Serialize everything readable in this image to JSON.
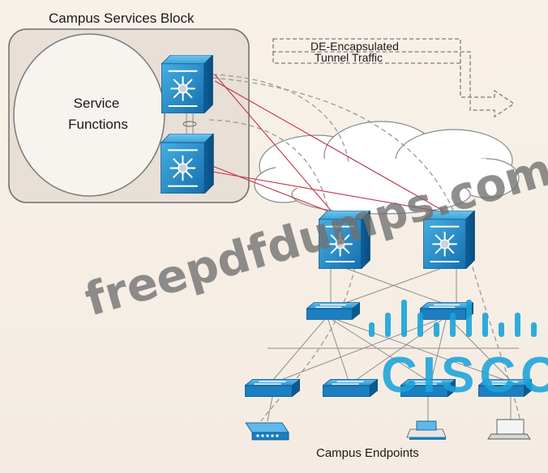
{
  "labels": {
    "block_title": "Campus Services Block",
    "service_line1": "Service",
    "service_line2": "Functions",
    "tunnel_line1": "DE-Encapsulated",
    "tunnel_line2": "Tunnel Traffic",
    "endpoints": "Campus Endpoints"
  },
  "watermark": {
    "text": "freepdfdumps.com",
    "logo_text": "CISCO"
  },
  "colors": {
    "switch_blue": "#1f86c9",
    "switch_light": "#4fb3e6",
    "red_link": "#c2334a",
    "gray_link": "#9a9a9a",
    "cisco_blue": "#1aa3d9"
  },
  "icons": [
    "multilayer-switch-icon",
    "access-switch-icon",
    "ip-phone-icon",
    "laptop-icon",
    "cloud-icon"
  ]
}
